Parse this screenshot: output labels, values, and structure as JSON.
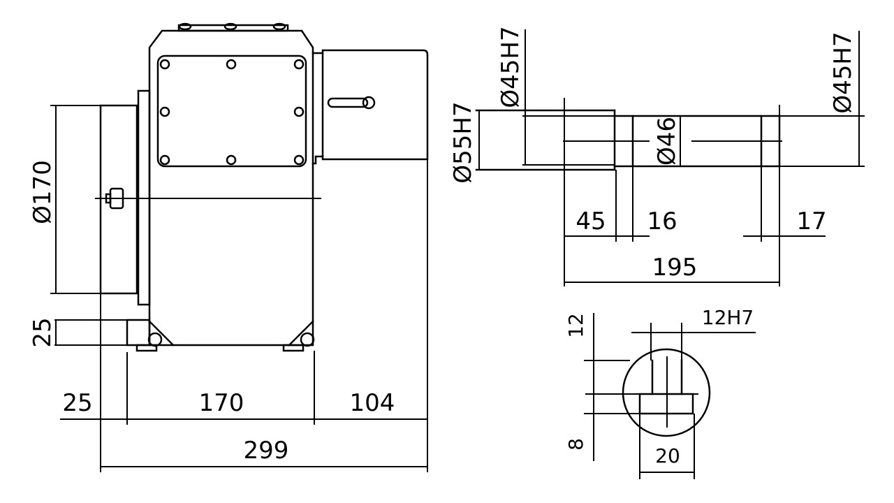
{
  "drawing": {
    "labels": {
      "d170": "Ø170",
      "h25": "25",
      "w25": "25",
      "w170": "170",
      "w104": "104",
      "w299": "299",
      "d55h7": "Ø55H7",
      "d45h7_left": "Ø45H7",
      "d45h7_right": "Ø45H7",
      "d46": "Ø46",
      "l45": "45",
      "l16": "16",
      "l17": "17",
      "l195": "195",
      "k12h7": "12H7",
      "k12": "12",
      "k8": "8",
      "k20": "20"
    }
  }
}
